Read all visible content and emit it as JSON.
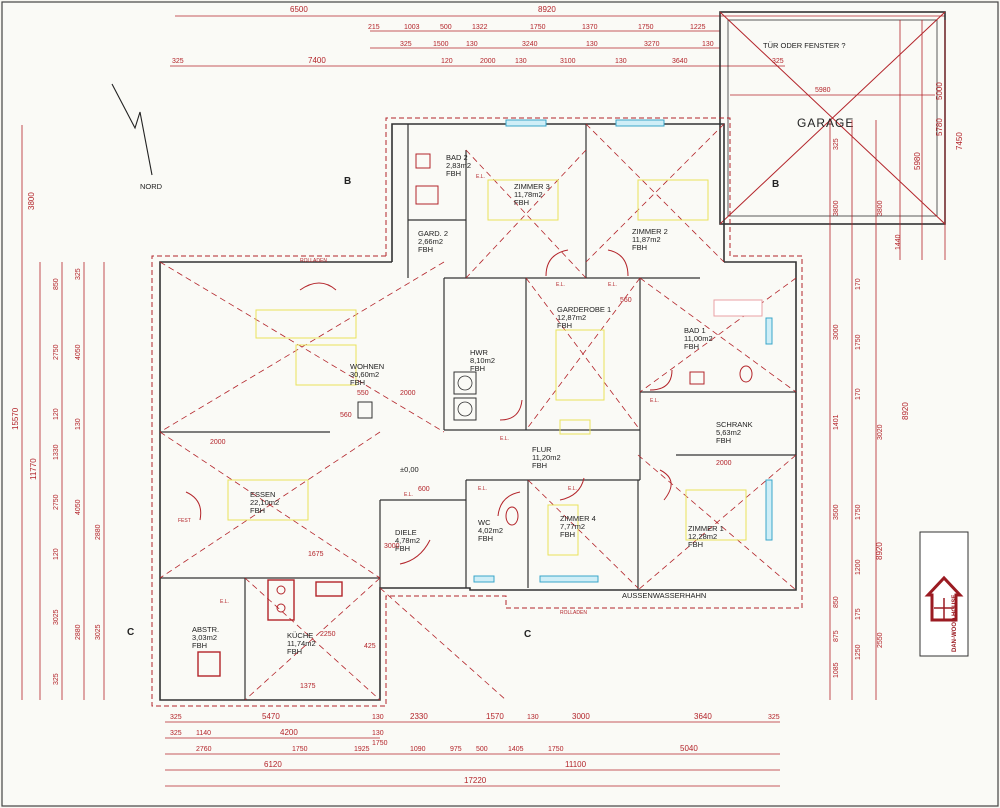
{
  "dims_top": {
    "r1": [
      "6500",
      "8920"
    ],
    "r2": [
      "215",
      "1003",
      "500",
      "1322",
      "1750",
      "1370",
      "1750",
      "1225"
    ],
    "r3": [
      "325",
      "1500",
      "130",
      "3240",
      "130",
      "3270",
      "130"
    ],
    "r4": [
      "325",
      "7400",
      "120",
      "2000",
      "130",
      "3100",
      "130",
      "3640",
      "325"
    ],
    "garage": [
      "5980"
    ]
  },
  "dims_bottom": {
    "r1": [
      "325",
      "5470",
      "130",
      "2330",
      "1570",
      "130",
      "3000",
      "3640",
      "325"
    ],
    "r2": [
      "325",
      "1140",
      "4200",
      "130",
      "1750"
    ],
    "r3": [
      "2760",
      "1750",
      "1925",
      "1090",
      "975",
      "500",
      "1405",
      "1750",
      "5040"
    ],
    "r4": [
      "6120",
      "11100"
    ],
    "r5": [
      "17220"
    ]
  },
  "dims_left": [
    "3800",
    "15570",
    "11770",
    "850",
    "2750",
    "120",
    "1330",
    "2750",
    "120",
    "3025",
    "325",
    "325",
    "4050",
    "130",
    "4050",
    "2880",
    "3025",
    "2880"
  ],
  "dims_right": [
    "5980",
    "5780",
    "5000",
    "7450",
    "325",
    "3800",
    "3800",
    "1440",
    "170",
    "3000",
    "1750",
    "170",
    "1401",
    "3020",
    "8920",
    "3500",
    "1750",
    "1200",
    "8920",
    "850",
    "875",
    "1085",
    "2550",
    "175",
    "1250"
  ],
  "annotations": {
    "north": "NORD",
    "door_or_window": "TÜR ODER FENSTER ?",
    "garage": "GARAGE",
    "section_b": "B",
    "section_c": "C",
    "outside_tap": "AUSSENWASSERHAHN",
    "level": "±0,00",
    "shutters": "ROLLADEN",
    "fixed_glazing": "FEST",
    "el": "E.L."
  },
  "rooms": {
    "bad2": [
      "BAD 2",
      "2,83m2",
      "FBH"
    ],
    "gard2": [
      "GARD. 2",
      "2,66m2",
      "FBH"
    ],
    "zimmer3": [
      "ZIMMER 3",
      "11,78m2",
      "FBH"
    ],
    "zimmer2": [
      "ZIMMER 2",
      "11,87m2",
      "FBH"
    ],
    "wohnen": [
      "WOHNEN",
      "30,60m2",
      "FBH"
    ],
    "hwr": [
      "HWR",
      "8,10m2",
      "FBH"
    ],
    "garderobe1": [
      "GARDEROBE 1",
      "12,87m2",
      "FBH"
    ],
    "bad1": [
      "BAD 1",
      "11,00m2",
      "FBH"
    ],
    "schrank": [
      "SCHRANK",
      "5,63m2",
      "FBH"
    ],
    "flur": [
      "FLUR",
      "11,20m2",
      "FBH"
    ],
    "essen": [
      "ESSEN",
      "22,10m2",
      "FBH"
    ],
    "diele": [
      "DIELE",
      "4,78m2",
      "FBH"
    ],
    "wc": [
      "WC",
      "4,02m2",
      "FBH"
    ],
    "zimmer4": [
      "ZIMMER 4",
      "7,77m2",
      "FBH"
    ],
    "zimmer1": [
      "ZIMMER 1",
      "12,28m2",
      "FBH"
    ],
    "abstr": [
      "ABSTR.",
      "3,03m2",
      "FBH"
    ],
    "kuche": [
      "KÜCHE",
      "11,74m2",
      "FBH"
    ]
  },
  "interior_dims": [
    "550",
    "2000",
    "560",
    "2000",
    "600",
    "1675",
    "2250",
    "1375",
    "3000",
    "425",
    "560",
    "2000"
  ],
  "logo_text": "DAN-WOOD HOUSE",
  "colors": {
    "red": "#b3242a",
    "walls": "#333333",
    "furniture": "#e9e35a",
    "glazing": "#39a5c9",
    "paper": "#f7f6f1"
  }
}
